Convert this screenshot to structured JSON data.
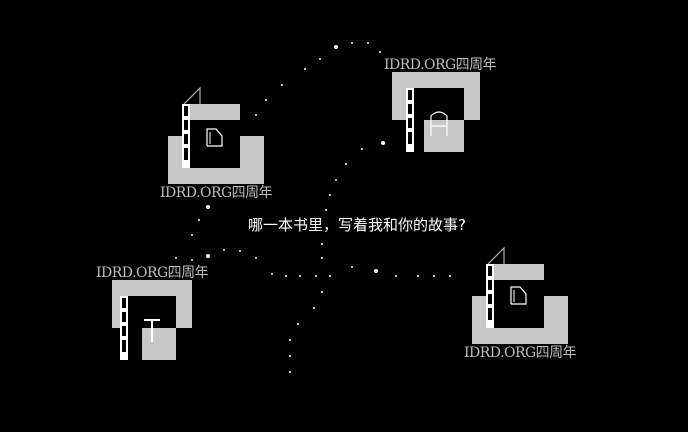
{
  "scene": {
    "question": "哪一本书里，写着我和你的故事?",
    "colors": {
      "background": "#000000",
      "room_fill": "#c8c8c8",
      "room_outline": "#ffffff",
      "text": "#bdbdbd",
      "dots": "#ffffff"
    }
  },
  "rooms": [
    {
      "name": "room-top-left",
      "label": "IDRD.ORG四周年",
      "glyph": "D"
    },
    {
      "name": "room-top-right",
      "label": "IDRD.ORG四周年",
      "glyph": "A"
    },
    {
      "name": "room-bottom-left",
      "label": "IDRD.ORG四周年",
      "glyph": "T"
    },
    {
      "name": "room-bottom-right",
      "label": "IDRD.ORG四周年",
      "glyph": "D"
    }
  ]
}
